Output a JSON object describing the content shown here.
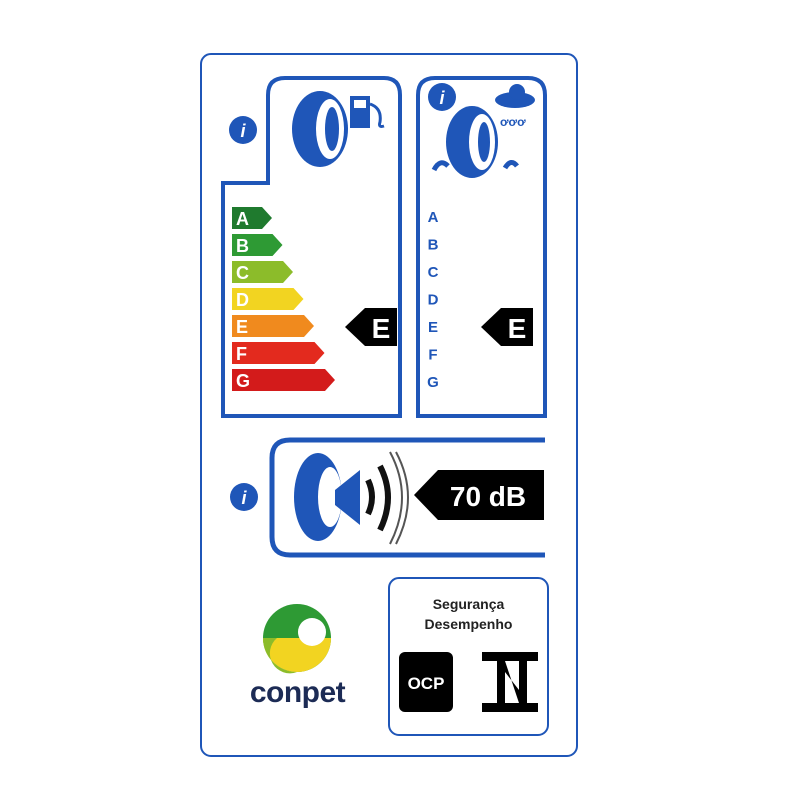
{
  "colors": {
    "frame": "#1f56b8",
    "bars": [
      "#1f7a2e",
      "#2e9a34",
      "#8cbc2a",
      "#f2d421",
      "#f08a1e",
      "#e32a1e",
      "#d31b1b"
    ]
  },
  "fuel": {
    "icon": "fuel-pump-icon",
    "grades": [
      "A",
      "B",
      "C",
      "D",
      "E",
      "F",
      "G"
    ],
    "rating": "E"
  },
  "wet_grip": {
    "icon": "rain-cloud-icon",
    "grades": [
      "A",
      "B",
      "C",
      "D",
      "E",
      "F",
      "G"
    ],
    "rating": "E"
  },
  "noise": {
    "value": "70 dB"
  },
  "info_icon": "i",
  "logo": {
    "name": "conpet"
  },
  "seal": {
    "line1": "Segurança",
    "line2": "Desempenho",
    "ocp": "OCP"
  }
}
